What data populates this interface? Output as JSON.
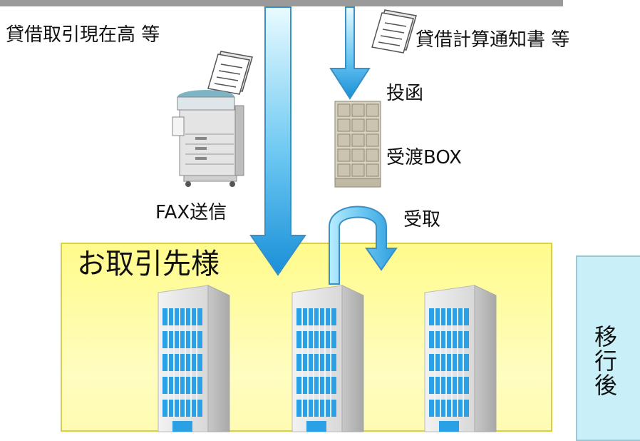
{
  "labels": {
    "balance": "貸借取引現在高 等",
    "notice": "貸借計算通知書 等",
    "deposit": "投函",
    "box": "受渡BOX",
    "fax": "FAX送信",
    "receive": "受取",
    "client": "お取引先様",
    "after": "移行後"
  },
  "after_chars": [
    "移",
    "行",
    "後"
  ],
  "colors": {
    "arrow_light": "#b6ecff",
    "arrow_dark": "#1a8fd8",
    "client_fill": "#fffb8c",
    "after_fill": "#c9f0f8"
  },
  "icons": [
    "document-icon",
    "fax-machine-icon",
    "mailbox-locker-icon",
    "building-icon",
    "u-turn-arrow-icon"
  ]
}
